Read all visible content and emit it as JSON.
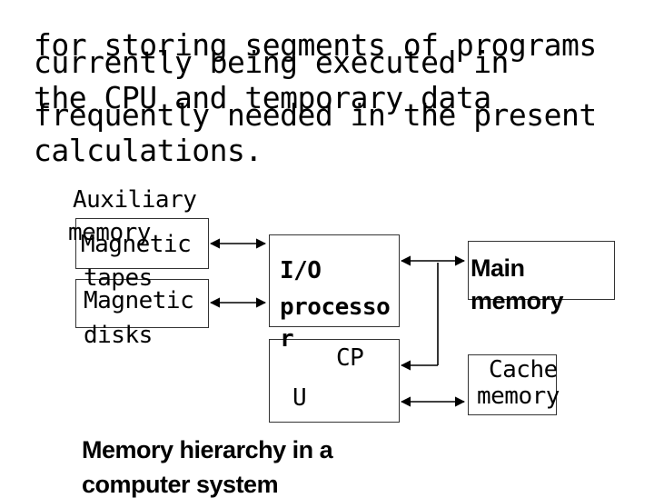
{
  "intro_lines": [
    "for storing segments of programs",
    "currently being executed in",
    "the CPU and temporary data",
    "frequently needed in the present",
    "calculations."
  ],
  "auxiliary_memory": {
    "label_line1": "Auxiliary",
    "label_line2": "memory",
    "magnetic_tapes_line1": "Magnetic",
    "magnetic_tapes_line2": "tapes",
    "magnetic_disks_line1": "Magnetic",
    "magnetic_disks_line2": "disks"
  },
  "io_processor": {
    "line1": "I/O",
    "line2": "processo",
    "line3": "r"
  },
  "cpu": {
    "line1": "CP",
    "line2": "U"
  },
  "main_memory": {
    "line1": "Main",
    "line2": "memory"
  },
  "cache_memory": {
    "line1": "Cache",
    "line2": "memory"
  },
  "caption": {
    "line1": "Memory hierarchy in a",
    "line2": "computer system"
  }
}
